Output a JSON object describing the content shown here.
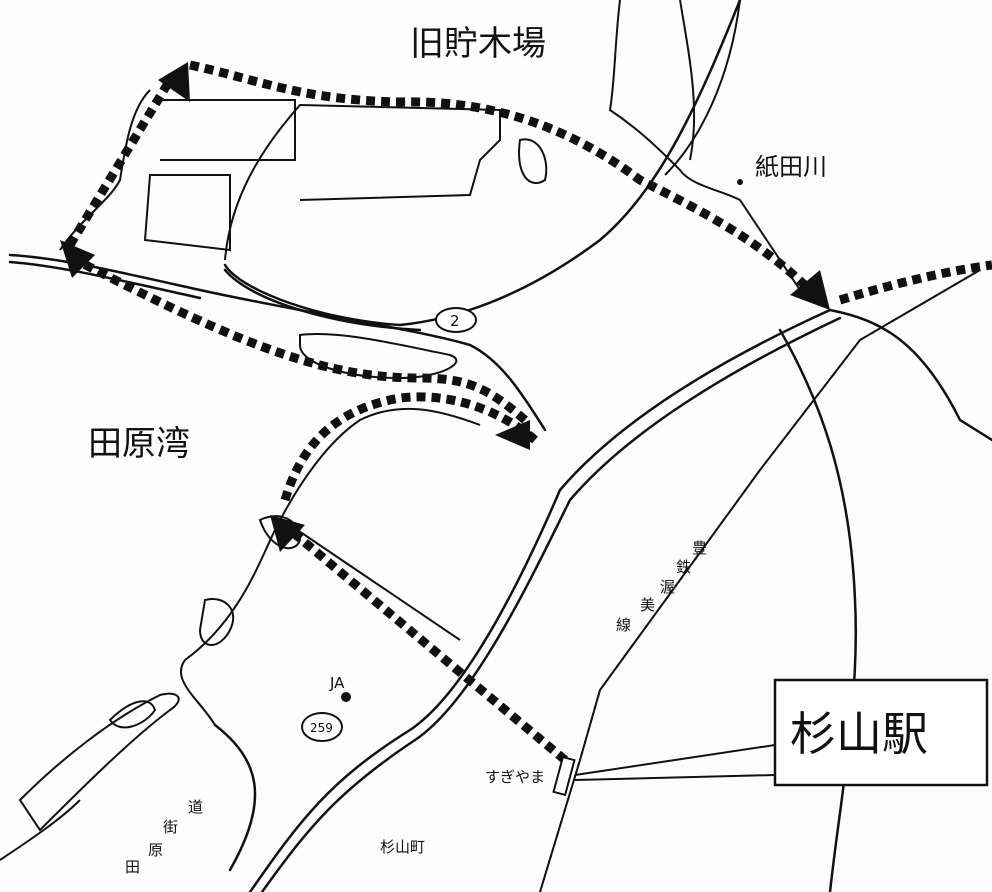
{
  "labels": {
    "old_lumber_yard": "旧貯木場",
    "kamita_river": "紙田川",
    "tahara_bay": "田原湾",
    "route_2": "2",
    "ja": "JA",
    "route_259": "259",
    "sugiyama_hiragana": "すぎやま",
    "sugiyama_station": "杉山駅",
    "railway": [
      "豊",
      "鉄",
      "渥",
      "美",
      "線"
    ],
    "tahara_kaido": [
      "田",
      "原",
      "街",
      "道"
    ],
    "sugiyama_town": "杉山町"
  },
  "colors": {
    "ink": "#111111",
    "paper": "#fdfdfd"
  }
}
